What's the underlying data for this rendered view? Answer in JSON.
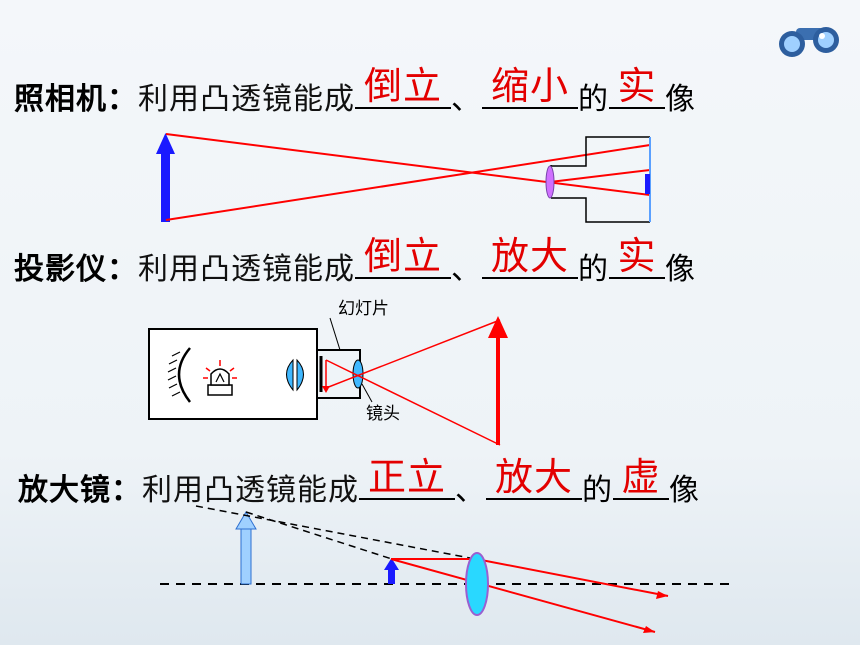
{
  "camera": {
    "lead": "照相机：",
    "text": "利用凸透镜能成",
    "sep1": "、",
    "sep2": "的",
    "suffix": "像",
    "ans1": "倒立",
    "ans2": "缩小",
    "ans3": "实"
  },
  "projector": {
    "lead": "投影仪：",
    "text": "利用凸透镜能成",
    "sep1": "、",
    "sep2": "的",
    "suffix": "像",
    "ans1": "倒立",
    "ans2": "放大",
    "ans3": "实",
    "label_slide": "幻灯片",
    "label_lens": "镜头"
  },
  "magnifier": {
    "lead": "放大镜：",
    "text": "利用凸透镜能成",
    "sep1": "、",
    "sep2": "的",
    "suffix": "像",
    "ans1": "正立",
    "ans2": "放大",
    "ans3": "虚"
  },
  "colors": {
    "answer": "#e30000",
    "ray": "#ff0000",
    "object": "#1a1aff",
    "lens": "#29d8ff"
  },
  "icons": {
    "corner": "binoculars-icon",
    "lamp": "lamp-icon"
  }
}
